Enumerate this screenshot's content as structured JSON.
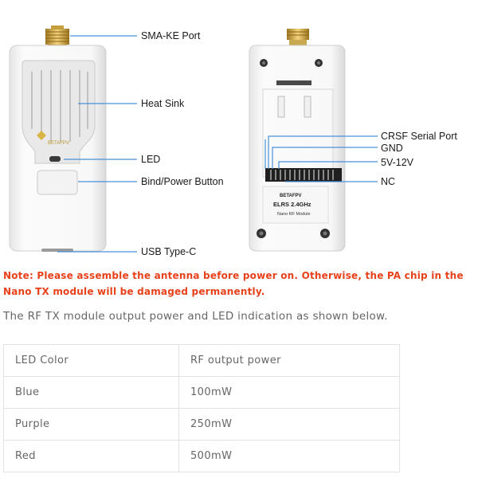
{
  "diagram": {
    "left_labels": {
      "antenna_port": "SMA-KE Port",
      "heat_sink": "Heat Sink",
      "led": "LED",
      "button": "Bind/Power Button",
      "usb": "USB Type-C"
    },
    "right_labels": {
      "crsf": "CRSF Serial Port",
      "gnd": "GND",
      "power": "5V-12V",
      "nc": "NC"
    },
    "module_label": {
      "brand": "BETAFPV",
      "model": "ELRS 2.4GHz",
      "subtitle": "Nano RF Module"
    },
    "leader_line_color": "#4a90d9"
  },
  "note": "Note: Please assemble the antenna before power on. Otherwise, the PA chip in the Nano TX module will be damaged permanently.",
  "description": "The RF TX module output power and LED indication as shown below.",
  "table": {
    "headers": [
      "LED Color",
      "RF output power"
    ],
    "rows": [
      [
        "Blue",
        "100mW"
      ],
      [
        "Purple",
        "250mW"
      ],
      [
        "Red",
        "500mW"
      ]
    ]
  }
}
